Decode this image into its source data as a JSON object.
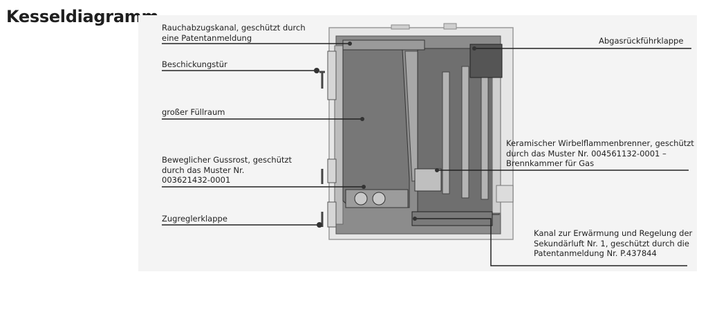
{
  "title": "Kesseldiagramm",
  "labels": {
    "rauchabzug": "Rauchabzugskanal, geschützt durch\neine Patentanmeldung",
    "beschickung": "Beschickungstür",
    "fuellraum": "großer Füllraum",
    "gussrost": "Beweglicher Gussrost, geschützt\ndurch das Muster Nr.\n003621432-0001",
    "zugregler": "Zugreglerklappe",
    "abgas": "Abgasrückführklappe",
    "brenner": "Keramischer Wirbelflammenbrenner, geschützt\ndurch das Muster Nr. 004561132-0001 –\nBrennkammer für Gas",
    "kanal": "Kanal zur Erwärmung und Regelung der\nSekundärluft Nr. 1, geschützt durch die\nPatentanmeldung Nr. P.437844"
  }
}
